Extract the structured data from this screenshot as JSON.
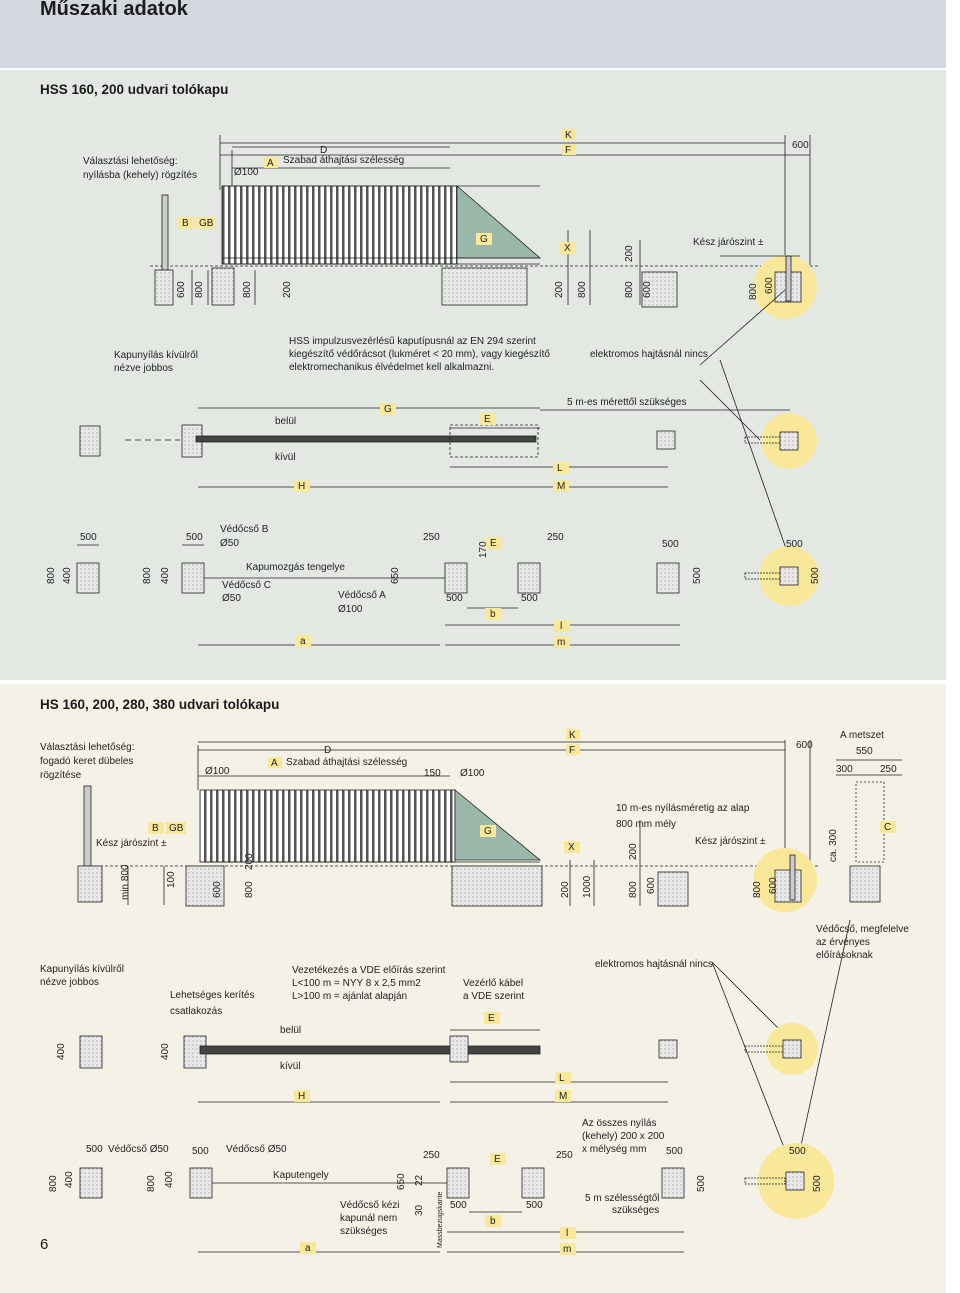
{
  "page": {
    "title": "Műszaki adatok",
    "number": "6"
  },
  "section1": {
    "title": "HSS 160, 200 udvari tolókapu",
    "option": [
      "Választási lehetőség:",
      "nyílásba (kehely) rögzítés"
    ],
    "dims": {
      "D": "D",
      "A": "A",
      "clear": "Szabad áthajtási szélesség",
      "K": "K",
      "F": "F",
      "d600": "600",
      "dia100": "Ø100",
      "B": "B",
      "GB": "GB",
      "G": "G",
      "X": "X",
      "d200": "200",
      "level": "Kész járószint ±",
      "v600": "600",
      "v800": "800",
      "v200": "200"
    },
    "view": [
      "Kapunyílás kívülről",
      "nézve jobbos"
    ],
    "note": [
      "HSS impulzusvezérlésű kaputípusnál az EN 294 szerint",
      "kiegészítő védőrácsot (lukméret < 20 mm), vagy kiegészítő",
      "elektromechanikus élvédelmet kell alkalmazni."
    ],
    "no_electric": "elektromos hajtásnál nincs",
    "plan": {
      "belul": "belül",
      "kivul": "kívül",
      "G": "G",
      "E": "E",
      "need5m": "5 m-es mérettől szükséges",
      "L": "L",
      "H": "H",
      "M": "M"
    },
    "found": {
      "d500": "500",
      "d800": "800",
      "d400": "400",
      "pipeB": "Védőcső B",
      "dia50": "Ø50",
      "axis": "Kapumozgás tengelye",
      "pipeC": "Védőcső C",
      "pipeA": "Védőcső A",
      "dia100": "Ø100",
      "d250": "250",
      "E": "E",
      "d170": "170",
      "d650": "650",
      "b": "b",
      "a": "a",
      "l": "l",
      "m": "m"
    }
  },
  "section2": {
    "title": "HS 160, 200, 280, 380 udvari tolókapu",
    "option": [
      "Választási lehetőség:",
      "fogadó keret dübeles",
      "rögzítése"
    ],
    "dims": {
      "D": "D",
      "A": "A",
      "clear": "Szabad áthajtási szélesség",
      "K": "K",
      "F": "F",
      "d600": "600",
      "dia100": "Ø100",
      "d150": "150",
      "section": "A metszet",
      "d550": "550",
      "d300": "300",
      "d250": "250",
      "B": "B",
      "GB": "GB",
      "G": "G",
      "X": "X",
      "C": "C",
      "level": "Kész járószint ±",
      "min800": "min 800",
      "d100": "100",
      "v600": "600",
      "v800": "800",
      "v200": "200",
      "v1000": "1000",
      "base1": "10 m-es nyílásméretig az alap",
      "base2": "800 mm mély",
      "ca300": "ca. 300"
    },
    "view": [
      "Kapunyílás kívülről",
      "nézve jobbos"
    ],
    "wiring": [
      "Vezetékezés a VDE előírás szerint",
      "L<100 m = NYY 8 x 2,5 mm2",
      "L>100 m = ajánlat alapján"
    ],
    "cable": [
      "Vezérlő kábel",
      "a VDE szerint"
    ],
    "fence": [
      "Lehetséges kerítés",
      "csatlakozás"
    ],
    "no_electric": "elektromos hajtásnál nincs",
    "pipe_note": [
      "Védőcső, megfelelve",
      "az érvényes",
      "előírásoknak"
    ],
    "plan": {
      "belul": "belül",
      "kivul": "kívül",
      "E": "E",
      "L": "L",
      "H": "H",
      "M": "M",
      "d400": "400"
    },
    "found": {
      "d500": "500",
      "pipe50": "Védőcső Ø50",
      "d800": "800",
      "d400": "400",
      "axis": "Kaputengely",
      "d250": "250",
      "E": "E",
      "d650": "650",
      "d30": "30",
      "d22": "22",
      "handpipe": [
        "Védőcső kézi",
        "kapunál nem",
        "szükséges"
      ],
      "scale": "Massbezugskante",
      "b": "b",
      "a": "a",
      "l": "l",
      "m": "m",
      "all": [
        "Az összes nyílás",
        "(kehely) 200 x 200",
        "x mélység mm"
      ],
      "need5m": [
        "5 m szélességtől",
        "szükséges"
      ]
    }
  },
  "colors": {
    "highlight": "#f9e79a",
    "gate_fill": "#9ab8a9",
    "concrete": "#e0e0e0",
    "line": "#222222"
  }
}
